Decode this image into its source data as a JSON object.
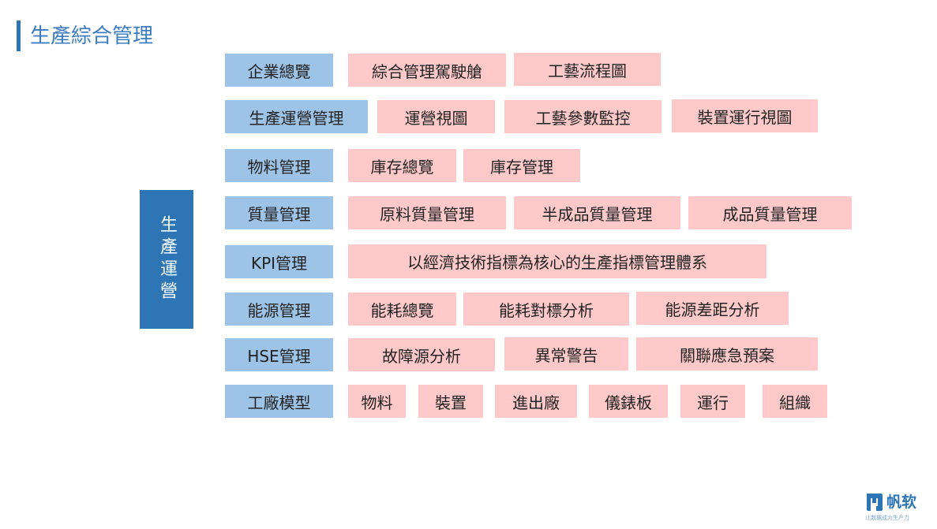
{
  "title": "生產綜合管理",
  "root": "生產運營",
  "rows": [
    {
      "category": "企業總覽",
      "items": [
        "綜合管理駕駛艙",
        "工藝流程圖"
      ]
    },
    {
      "category": "生產運營管理",
      "items": [
        "運營視圖",
        "工藝參數監控",
        "裝置運行視圖"
      ]
    },
    {
      "category": "物料管理",
      "items": [
        "庫存總覽",
        "庫存管理"
      ]
    },
    {
      "category": "質量管理",
      "items": [
        "原料質量管理",
        "半成品質量管理",
        "成品質量管理"
      ]
    },
    {
      "category": "KPI管理",
      "items": [
        "以經濟技術指標為核心的生產指標管理體系"
      ]
    },
    {
      "category": "能源管理",
      "items": [
        "能耗總覽",
        "能耗對標分析",
        "能源差距分析"
      ]
    },
    {
      "category": "HSE管理",
      "items": [
        "故障源分析",
        "異常警告",
        "關聯應急預案"
      ]
    },
    {
      "category": "工廠模型",
      "items": [
        "物料",
        "裝置",
        "進出廠",
        "儀錶板",
        "運行",
        "組織"
      ]
    }
  ],
  "logo": {
    "name": "帆软",
    "slogan": "让数据成为生产力"
  },
  "colors": {
    "accent": "#2e75b6",
    "category_fill": "#9dc3e6",
    "item_fill": "#ffc9c9"
  }
}
